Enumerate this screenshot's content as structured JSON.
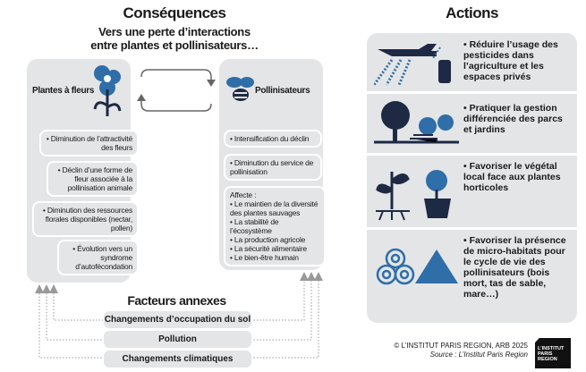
{
  "consequences": {
    "title": "Conséquences",
    "subtitle_line1": "Vers une perte d’interactions",
    "subtitle_line2": "entre plantes et pollinisateurs…",
    "plants": {
      "label": "Plantes à fleurs",
      "items": [
        "• Diminution de l’attractivité des fleurs",
        "• Déclin d’une forme de fleur associée à la pollinisation animale",
        "• Diminution des ressources florales disponibles (nectar, pollen)",
        "• Évolution vers un syndrome d’autofécondation"
      ]
    },
    "pollinators": {
      "label": "Pollinisateurs",
      "items": [
        "• Intensification du déclin",
        "• Diminution du service de pollinisation"
      ],
      "affects_label": "Affecte :",
      "affects": [
        "• Le maintien de la diversité des plantes sauvages",
        "• La stabilité de l’écosystème",
        "• La production agricole",
        "• La sécurité alimentaire",
        "• Le bien-être humain"
      ]
    }
  },
  "factors": {
    "title": "Facteurs annexes",
    "items": [
      "Changements d’occupation du sol",
      "Pollution",
      "Changements climatiques"
    ]
  },
  "actions": {
    "title": "Actions",
    "items": [
      {
        "icon": "pesticide-plane-icon",
        "text": "• Réduire l’usage des pesticides dans l’agriculture et les espaces privés"
      },
      {
        "icon": "park-icon",
        "text": "• Pratiquer la gestion différenciée des parcs et jardins"
      },
      {
        "icon": "plants-icon",
        "text": "• Favoriser le végétal local face aux plantes horticoles"
      },
      {
        "icon": "wood-sand-icon",
        "text": "• Favoriser la présence de micro-habitats pour le cycle de vie des pollinisateurs (bois mort, tas de sable, mare…)"
      }
    ]
  },
  "footer": {
    "copyright": "© L’INSTITUT PARIS REGION, ARB 2025",
    "source": "Source : L’Institut Paris Region",
    "logo_text": "L’INSTITUT PARIS REGION"
  },
  "colors": {
    "panel": "#e4e5e7",
    "icon_blue": "#2f6ea8",
    "icon_dark": "#1e2a44"
  }
}
